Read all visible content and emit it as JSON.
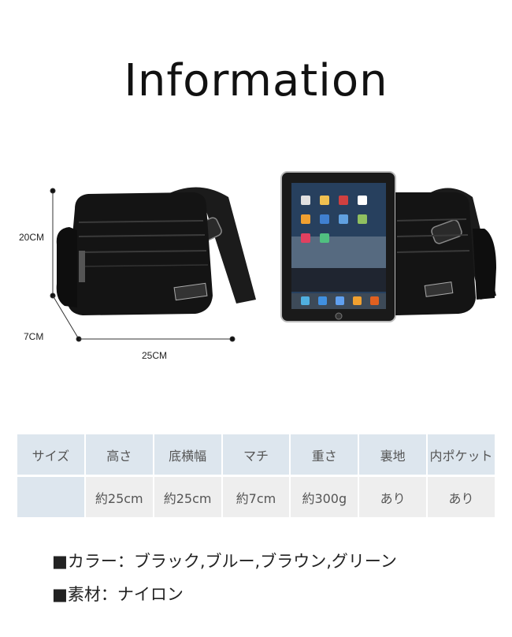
{
  "title": "Information",
  "dimensions": {
    "height": "20CM",
    "depth": "7CM",
    "width": "25CM"
  },
  "spec_table": {
    "headers": [
      "サイズ",
      "高さ",
      "底横幅",
      "マチ",
      "重さ",
      "裏地",
      "内ポケット"
    ],
    "values": [
      "",
      "約25cm",
      "約25cm",
      "約7cm",
      "約300g",
      "あり",
      "あり"
    ]
  },
  "notes": {
    "color_line": "■カラー：ブラック,ブルー,ブラウン,グリーン",
    "material_line": "■素材：ナイロン"
  },
  "colors": {
    "header_bg": "#dde6ee",
    "value_bg": "#eeeeee",
    "bag": "#141414"
  }
}
